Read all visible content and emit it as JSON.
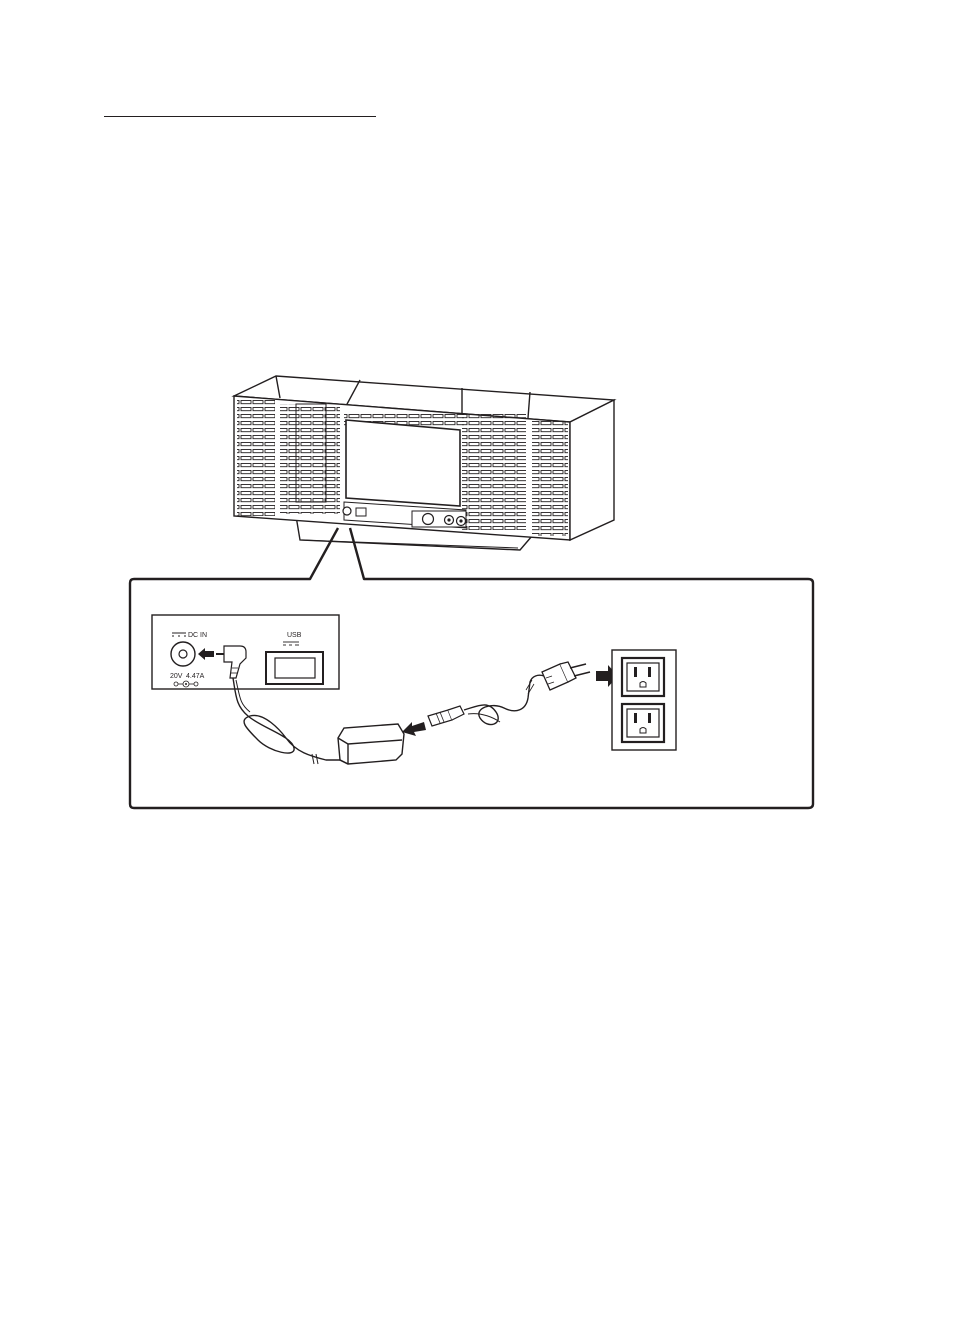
{
  "page": {
    "heading_text": ""
  },
  "panel": {
    "dc_in_label": "DC IN",
    "dc_voltage": "20V",
    "dc_current": "4.47A",
    "usb_label": "USB"
  },
  "icons": {
    "arrow": "arrow-icon",
    "dc_jack": "dc-jack-icon",
    "usb_port": "usb-port-icon",
    "wall_outlet": "wall-outlet-icon"
  },
  "colors": {
    "ink": "#231f20",
    "paper": "#ffffff"
  }
}
